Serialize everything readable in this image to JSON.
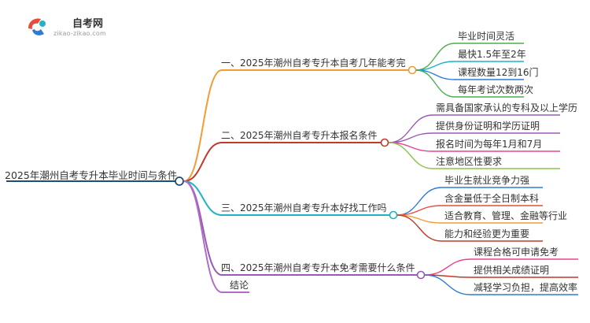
{
  "logo": {
    "name": "自考网",
    "url": "zikao-zikao.com"
  },
  "root": {
    "label": "2025年潮州自考专升本毕业时间与条件"
  },
  "branches": [
    {
      "label": "一、2025年潮州自考专升本自考几年能考完",
      "color": "#f39c33",
      "leaves": [
        "毕业时间灵活",
        "最快1.5年至2年",
        "课程数量12到16门",
        "每年考试次数两次"
      ]
    },
    {
      "label": "二、2025年潮州自考专升本报名条件",
      "color": "#c0392b",
      "leaves": [
        "需具备国家承认的专科及以上学历",
        "提供身份证明和学历证明",
        "报名时间为每年1月和7月",
        "注意地区性要求"
      ]
    },
    {
      "label": "三、2025年潮州自考专升本好找工作吗",
      "color": "#1fb3c5",
      "leaves": [
        "毕业生就业竞争力强",
        "含金量低于全日制本科",
        "适合教育、管理、金融等行业",
        "能力和经验更为重要"
      ]
    },
    {
      "label": "四、2025年潮州自考专升本免考需要什么条件",
      "color": "#9b59b6",
      "leaves": [
        "课程合格可申请免考",
        "提供相关成绩证明",
        "减轻学习负担，提高效率"
      ]
    },
    {
      "label": "结论",
      "color": "#b06cc6",
      "leaves": []
    }
  ],
  "colors": {
    "root": "#1f4e79",
    "leaf_branch1": [
      "#4caf50",
      "#1fb3c5",
      "#2e7bd6",
      "#4caf50"
    ],
    "leaf_branch2": [
      "#9b59b6",
      "#9b59b6",
      "#e84393",
      "#8bc34a"
    ],
    "leaf_branch3": [
      "#2e7bd6",
      "#e74c3c",
      "#f39c33",
      "#c0392b"
    ],
    "leaf_branch4": [
      "#e84393",
      "#c0392b",
      "#2e7bd6"
    ]
  }
}
